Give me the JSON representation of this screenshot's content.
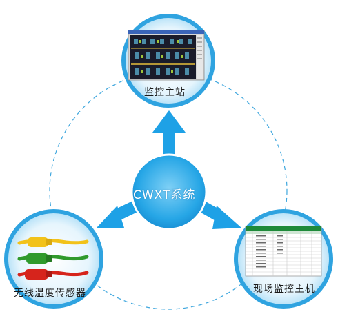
{
  "diagram": {
    "center_label": "CWXT系统",
    "nodes": {
      "top": {
        "label": "监控主站"
      },
      "left": {
        "label": "无线温度传感器"
      },
      "right": {
        "label": "现场监控主机"
      }
    }
  },
  "colors": {
    "circle_outer": "#2fa3e0",
    "circle_inner": "#b9e3f8",
    "arrow": "#1ea1e6",
    "dashed_ring": "#3fa7de",
    "center_fill": "#26a6e6",
    "sensor_yellow": "#f2c21a",
    "sensor_green": "#2f9a2c",
    "sensor_red": "#d6241c"
  }
}
